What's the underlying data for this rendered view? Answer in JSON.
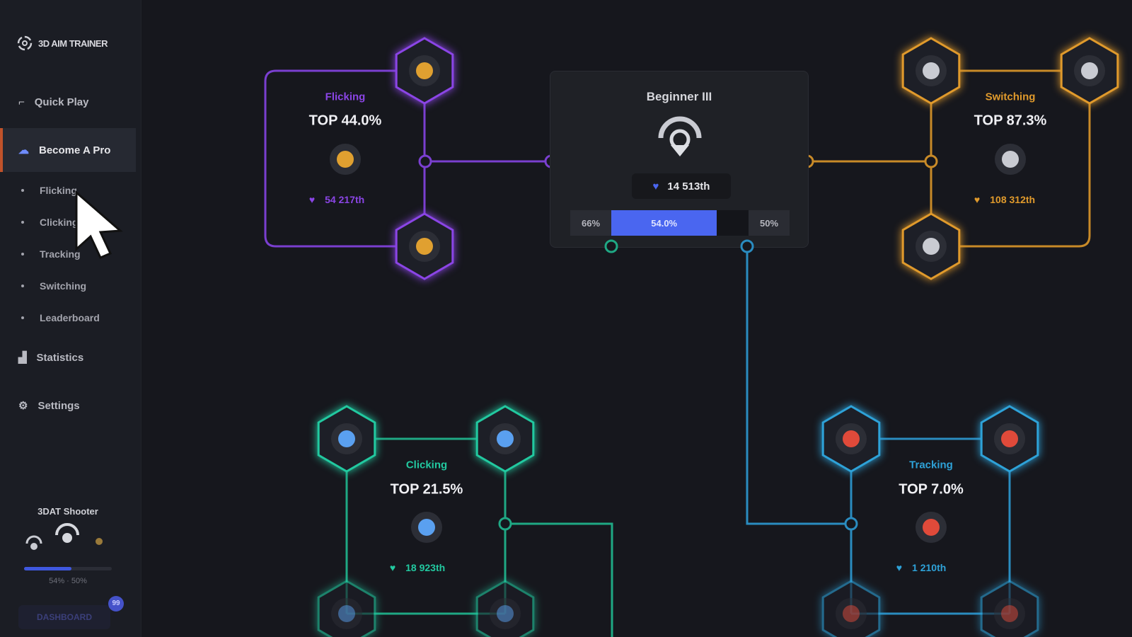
{
  "app": {
    "title": "3D AIM TRAINER"
  },
  "sidebar": {
    "items": [
      {
        "label": "Quick Play",
        "icon": "gun-icon"
      },
      {
        "label": "Become A Pro",
        "icon": "cap-icon",
        "active": true
      },
      {
        "label": "Statistics",
        "icon": "bar-chart-icon"
      },
      {
        "label": "Settings",
        "icon": "gear-icon"
      }
    ],
    "sub_items": [
      "Flicking",
      "Clicking",
      "Tracking",
      "Switching",
      "Leaderboard"
    ],
    "profile": {
      "name": "3DAT Shooter",
      "progress_percent": 54,
      "progress_text": "54% · 50%",
      "badge": "99",
      "dashboard_label": "DASHBOARD"
    }
  },
  "center": {
    "title": "Beginner III",
    "rank": "14 513th",
    "left_pct": "66%",
    "progress_label": "54.0%",
    "progress_percent": 54,
    "right_pct": "50%"
  },
  "categories": [
    {
      "name": "Flicking",
      "top": "TOP 44.0%",
      "rank": "54 217th",
      "color": "#8b45e6"
    },
    {
      "name": "Switching",
      "top": "TOP 87.3%",
      "rank": "108 312th",
      "color": "#e09a2c"
    },
    {
      "name": "Clicking",
      "top": "TOP 21.5%",
      "rank": "18 923th",
      "color": "#22c9a0"
    },
    {
      "name": "Tracking",
      "top": "TOP 7.0%",
      "rank": "1 210th",
      "color": "#2ea2d8"
    }
  ]
}
